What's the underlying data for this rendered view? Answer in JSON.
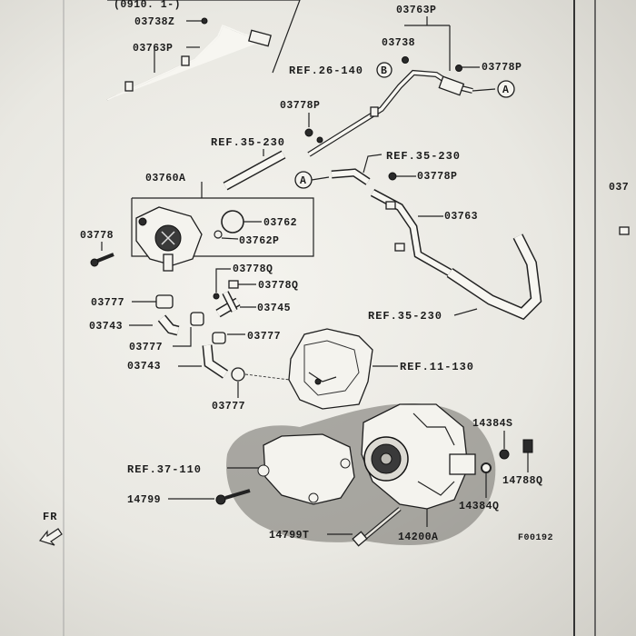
{
  "inset": {
    "date_range": "(0910. 1-)",
    "labels": [
      "03738Z",
      "03763P"
    ]
  },
  "parts": {
    "p_03763P_top": "03763P",
    "p_03738": "03738",
    "p_ref26": "REF.26-140",
    "p_03778P_a": "03778P",
    "p_03778P_b": "03778P",
    "p_ref35_a": "REF.35-230",
    "p_ref35_b": "REF.35-230",
    "p_03760A": "03760A",
    "p_03778P_c": "03778P",
    "p_03762": "03762",
    "p_03762P": "03762P",
    "p_03778": "03778",
    "p_03763": "03763",
    "p_03778Q_a": "03778Q",
    "p_03778Q_b": "03778Q",
    "p_03777_a": "03777",
    "p_03745": "03745",
    "p_03743_a": "03743",
    "p_ref35_c": "REF.35-230",
    "p_03777_b": "03777",
    "p_03777_c": "03777",
    "p_03743_b": "03743",
    "p_ref11": "REF.11-130",
    "p_03777_d": "03777",
    "p_14384S": "14384S",
    "p_ref37": "REF.37-110",
    "p_14788Q": "14788Q",
    "p_14799": "14799",
    "p_14384Q": "14384Q",
    "p_14799T": "14799T",
    "p_14200A": "14200A",
    "p_fr": "FR",
    "p_code": "F00192",
    "p_edge_right": "037"
  },
  "callouts": {
    "A": "A",
    "B": "B"
  }
}
